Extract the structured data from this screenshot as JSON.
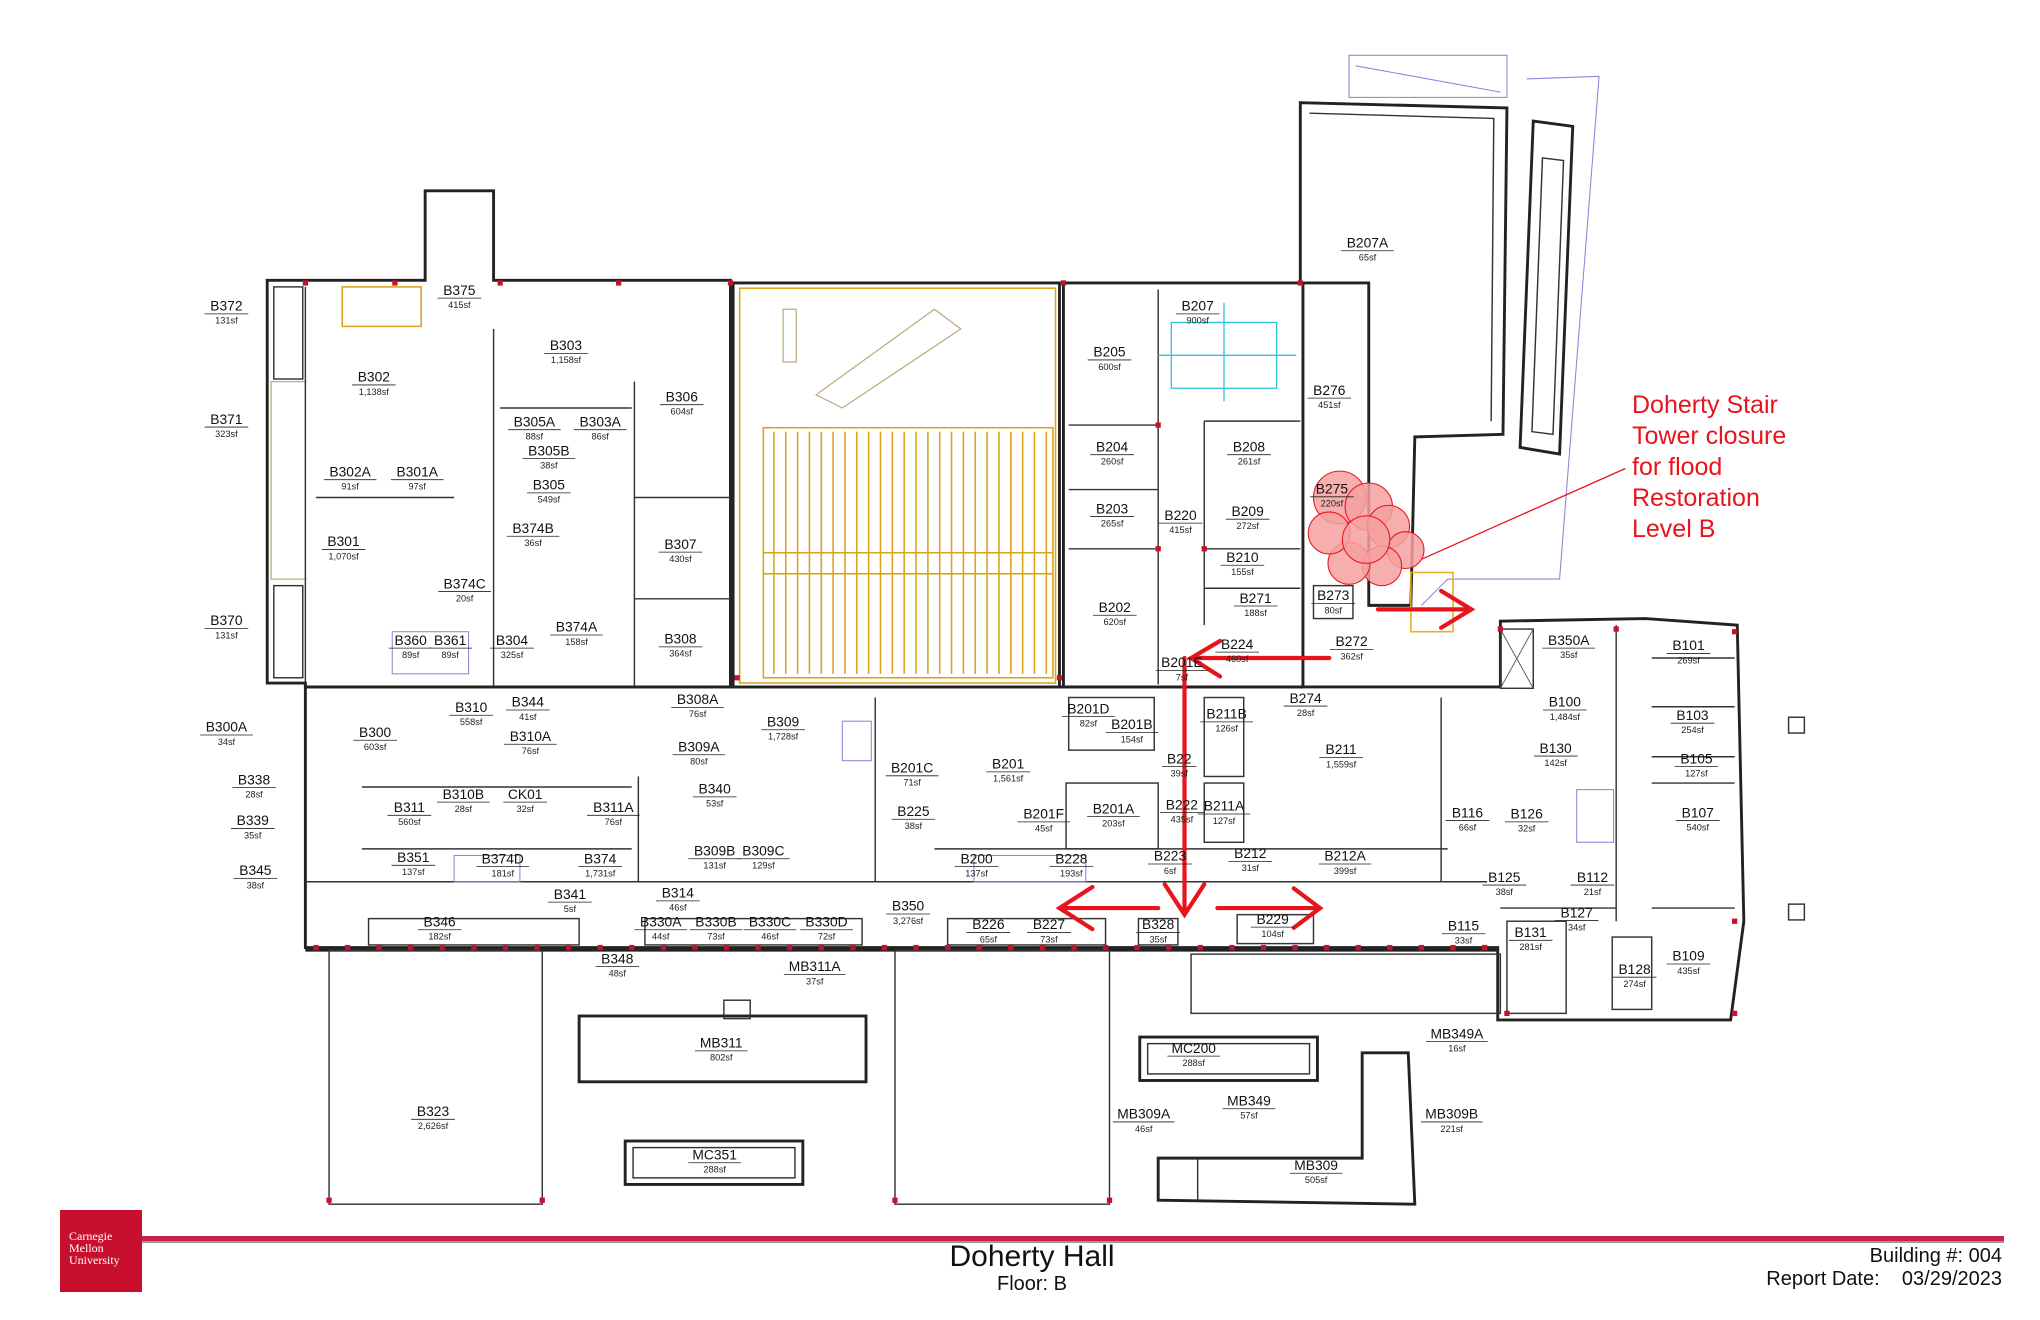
{
  "footer": {
    "logo_text": [
      "Carnegie",
      "Mellon",
      "University"
    ],
    "building_name": "Doherty Hall",
    "floor": "Floor: B",
    "building_number": "Building #: 004",
    "report_date_label": "Report Date:",
    "report_date": "03/29/2023"
  },
  "annotation": {
    "lines": [
      "Doherty Stair",
      "Tower closure",
      "for flood",
      "Restoration",
      "Level B"
    ],
    "color": "#e8141c"
  },
  "colors": {
    "accent": "#c8102e",
    "closure": "#f4a0a0",
    "arrow": "#e8141c"
  },
  "rooms": [
    {
      "name": "B372",
      "area": "131sf"
    },
    {
      "name": "B371",
      "area": "323sf"
    },
    {
      "name": "B370",
      "area": "131sf"
    },
    {
      "name": "B375",
      "area": "415sf"
    },
    {
      "name": "B302",
      "area": "1,138sf"
    },
    {
      "name": "B303",
      "area": "1,158sf"
    },
    {
      "name": "B306",
      "area": "604sf"
    },
    {
      "name": "B305A",
      "area": "88sf"
    },
    {
      "name": "B303A",
      "area": "86sf"
    },
    {
      "name": "B305B",
      "area": "38sf"
    },
    {
      "name": "B305",
      "area": "549sf"
    },
    {
      "name": "B302A",
      "area": "91sf"
    },
    {
      "name": "B301A",
      "area": "97sf"
    },
    {
      "name": "B374B",
      "area": "36sf"
    },
    {
      "name": "B307",
      "area": "430sf"
    },
    {
      "name": "B301",
      "area": "1,070sf"
    },
    {
      "name": "B374C",
      "area": "20sf"
    },
    {
      "name": "B374A",
      "area": "158sf"
    },
    {
      "name": "B360",
      "area": "89sf"
    },
    {
      "name": "B361",
      "area": "89sf"
    },
    {
      "name": "B304",
      "area": "325sf"
    },
    {
      "name": "B308",
      "area": "364sf"
    },
    {
      "name": "B300A",
      "area": "34sf"
    },
    {
      "name": "B310",
      "area": "558sf"
    },
    {
      "name": "B344",
      "area": "41sf"
    },
    {
      "name": "B308A",
      "area": "76sf"
    },
    {
      "name": "B300",
      "area": "603sf"
    },
    {
      "name": "B310A",
      "area": "76sf"
    },
    {
      "name": "B309",
      "area": "1,728sf"
    },
    {
      "name": "B309A",
      "area": "80sf"
    },
    {
      "name": "B338",
      "area": "28sf"
    },
    {
      "name": "B339",
      "area": "35sf"
    },
    {
      "name": "B311",
      "area": "560sf"
    },
    {
      "name": "B310B",
      "area": "28sf"
    },
    {
      "name": "CK01",
      "area": "32sf"
    },
    {
      "name": "B311A",
      "area": "76sf"
    },
    {
      "name": "B340",
      "area": "53sf"
    },
    {
      "name": "B345",
      "area": "38sf"
    },
    {
      "name": "B351",
      "area": "137sf"
    },
    {
      "name": "B374D",
      "area": "181sf"
    },
    {
      "name": "B374",
      "area": "1,731sf"
    },
    {
      "name": "B309B",
      "area": "131sf"
    },
    {
      "name": "B309C",
      "area": "129sf"
    },
    {
      "name": "B341",
      "area": "5sf"
    },
    {
      "name": "B314",
      "area": "46sf"
    },
    {
      "name": "B346",
      "area": "182sf"
    },
    {
      "name": "B330A",
      "area": "44sf"
    },
    {
      "name": "B330B",
      "area": "73sf"
    },
    {
      "name": "B330C",
      "area": "46sf"
    },
    {
      "name": "B330D",
      "area": "72sf"
    },
    {
      "name": "B348",
      "area": "48sf"
    },
    {
      "name": "MB311A",
      "area": "37sf"
    },
    {
      "name": "B350",
      "area": "3,276sf"
    },
    {
      "name": "B226",
      "area": "65sf"
    },
    {
      "name": "B227",
      "area": "73sf"
    },
    {
      "name": "B328",
      "area": "35sf"
    },
    {
      "name": "B229",
      "area": "104sf"
    },
    {
      "name": "B200",
      "area": "137sf"
    },
    {
      "name": "B228",
      "area": "193sf"
    },
    {
      "name": "B223",
      "area": "6sf"
    },
    {
      "name": "B212",
      "area": "31sf"
    },
    {
      "name": "B212A",
      "area": "399sf"
    },
    {
      "name": "B225",
      "area": "38sf"
    },
    {
      "name": "B201F",
      "area": "45sf"
    },
    {
      "name": "B201A",
      "area": "203sf"
    },
    {
      "name": "B222",
      "area": "435sf"
    },
    {
      "name": "B211A",
      "area": "127sf"
    },
    {
      "name": "B201C",
      "area": "71sf"
    },
    {
      "name": "B201",
      "area": "1,561sf"
    },
    {
      "name": "B211",
      "area": "1,559sf"
    },
    {
      "name": "B201D",
      "area": "82sf"
    },
    {
      "name": "B201B",
      "area": "154sf"
    },
    {
      "name": "B22",
      "area": "39sf"
    },
    {
      "name": "B211B",
      "area": "126sf"
    },
    {
      "name": "B274",
      "area": "28sf"
    },
    {
      "name": "B116",
      "area": "66sf"
    },
    {
      "name": "B126",
      "area": "32sf"
    },
    {
      "name": "B125",
      "area": "38sf"
    },
    {
      "name": "B112",
      "area": "21sf"
    },
    {
      "name": "B115",
      "area": "33sf"
    },
    {
      "name": "B131",
      "area": "281sf"
    },
    {
      "name": "B127",
      "area": "34sf"
    },
    {
      "name": "B128",
      "area": "274sf"
    },
    {
      "name": "B109",
      "area": "435sf"
    },
    {
      "name": "B107",
      "area": "540sf"
    },
    {
      "name": "B105",
      "area": "127sf"
    },
    {
      "name": "B103",
      "area": "254sf"
    },
    {
      "name": "B101",
      "area": "269sf"
    },
    {
      "name": "B100",
      "area": "1,484sf"
    },
    {
      "name": "B130",
      "area": "142sf"
    },
    {
      "name": "B350A",
      "area": "35sf"
    },
    {
      "name": "B224",
      "area": "460sf"
    },
    {
      "name": "B201E",
      "area": "7sf"
    },
    {
      "name": "B272",
      "area": "362sf"
    },
    {
      "name": "B271",
      "area": "188sf"
    },
    {
      "name": "B273",
      "area": "80sf"
    },
    {
      "name": "B210",
      "area": "155sf"
    },
    {
      "name": "B209",
      "area": "272sf"
    },
    {
      "name": "B220",
      "area": "415sf"
    },
    {
      "name": "B203",
      "area": "265sf"
    },
    {
      "name": "B204",
      "area": "260sf"
    },
    {
      "name": "B208",
      "area": "261sf"
    },
    {
      "name": "B275",
      "area": "220sf"
    },
    {
      "name": "B276",
      "area": "451sf"
    },
    {
      "name": "B205",
      "area": "600sf"
    },
    {
      "name": "B207",
      "area": "900sf"
    },
    {
      "name": "B207A",
      "area": "65sf"
    },
    {
      "name": "B202",
      "area": "620sf"
    },
    {
      "name": "MB311",
      "area": "802sf"
    },
    {
      "name": "B323",
      "area": "2,626sf"
    },
    {
      "name": "MC351",
      "area": "288sf"
    },
    {
      "name": "MC200",
      "area": "288sf"
    },
    {
      "name": "MB349A",
      "area": "16sf"
    },
    {
      "name": "MB349",
      "area": "57sf"
    },
    {
      "name": "MB309A",
      "area": "46sf"
    },
    {
      "name": "MB309B",
      "area": "221sf"
    },
    {
      "name": "MB309",
      "area": "505sf"
    }
  ]
}
